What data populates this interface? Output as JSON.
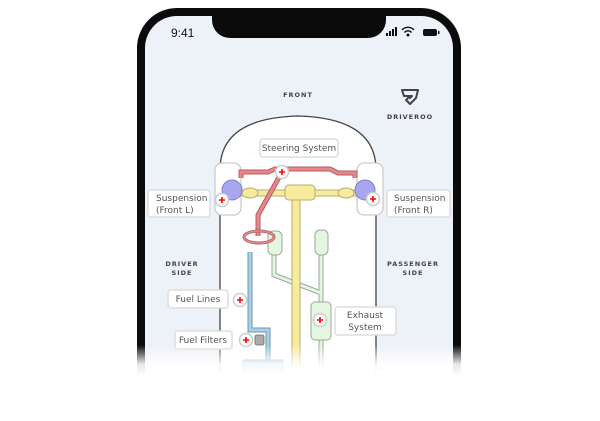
{
  "status_bar": {
    "time": "9:41"
  },
  "brand": {
    "name": "DRIVEROO"
  },
  "diagram": {
    "front_label": "FRONT",
    "driver_side": [
      "DRIVER",
      "SIDE"
    ],
    "passenger_side": [
      "PASSENGER",
      "SIDE"
    ],
    "hotspots": {
      "steering": {
        "label": "Steering System"
      },
      "suspension_left": {
        "label": [
          "Suspension",
          "(Front L)"
        ]
      },
      "suspension_right": {
        "label": [
          "Suspension",
          "(Front R)"
        ]
      },
      "fuel_lines": {
        "label": "Fuel Lines"
      },
      "fuel_filters": {
        "label": "Fuel Filters"
      },
      "exhaust": {
        "label": [
          "Exhaust",
          "System"
        ]
      }
    }
  },
  "colors": {
    "screen_bg": "#edf1f8",
    "steering": "#e8868a",
    "axle": "#f7ec9e",
    "suspension": "#a9a6f0",
    "fuel": "#8ec1dd",
    "exhaust": "#e4f5e0",
    "plus": "#ff0000"
  }
}
